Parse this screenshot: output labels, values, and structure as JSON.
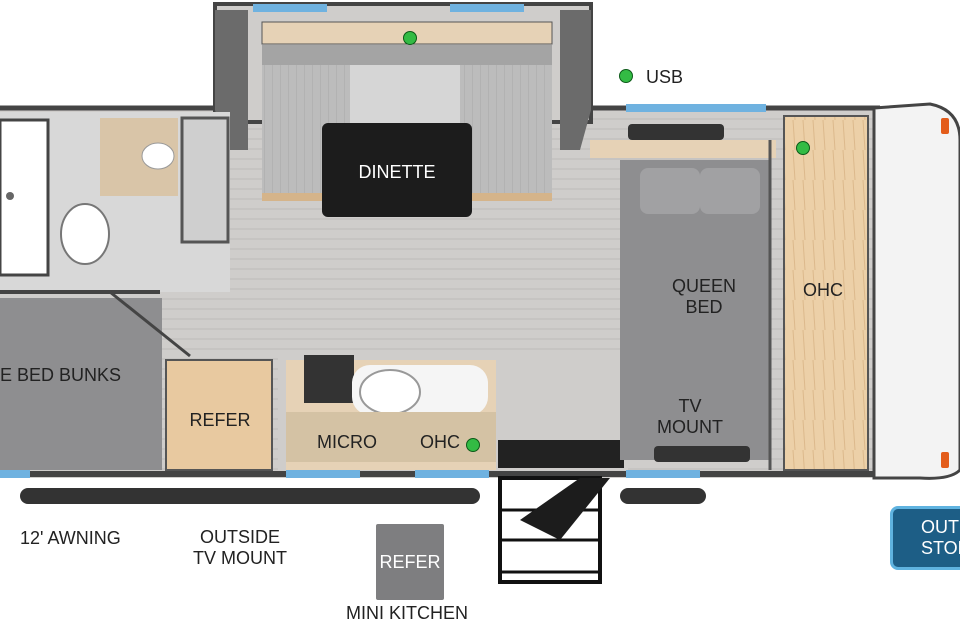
{
  "colors": {
    "floor": "#c9c7c5",
    "wall": "#555555",
    "cushion": "#b8b8b8",
    "bed": "#8e8e90",
    "wood": "#e8c9a0",
    "window": "#6fb2e0",
    "usb_dot": "#33bb44",
    "outside_storage": "#1d5e86"
  },
  "legend": {
    "usb_label": "USB",
    "usb_icon": "green-dot-icon"
  },
  "labels": {
    "dinette": "DINETTE",
    "queen_bed": "QUEEN\nBED",
    "ohc_wall": "OHC",
    "ohc_kitchen": "OHC",
    "tv_mount": "TV\nMOUNT",
    "micro": "MICRO",
    "refer": "REFER",
    "bunks": "E BED BUNKS",
    "awning": "12' AWNING",
    "outside_tv": "OUTSIDE\nTV MOUNT",
    "mini_refer": "REFER",
    "mini_kitchen": "MINI KITCHEN",
    "outside_storage": "OUT\nSTOR"
  }
}
